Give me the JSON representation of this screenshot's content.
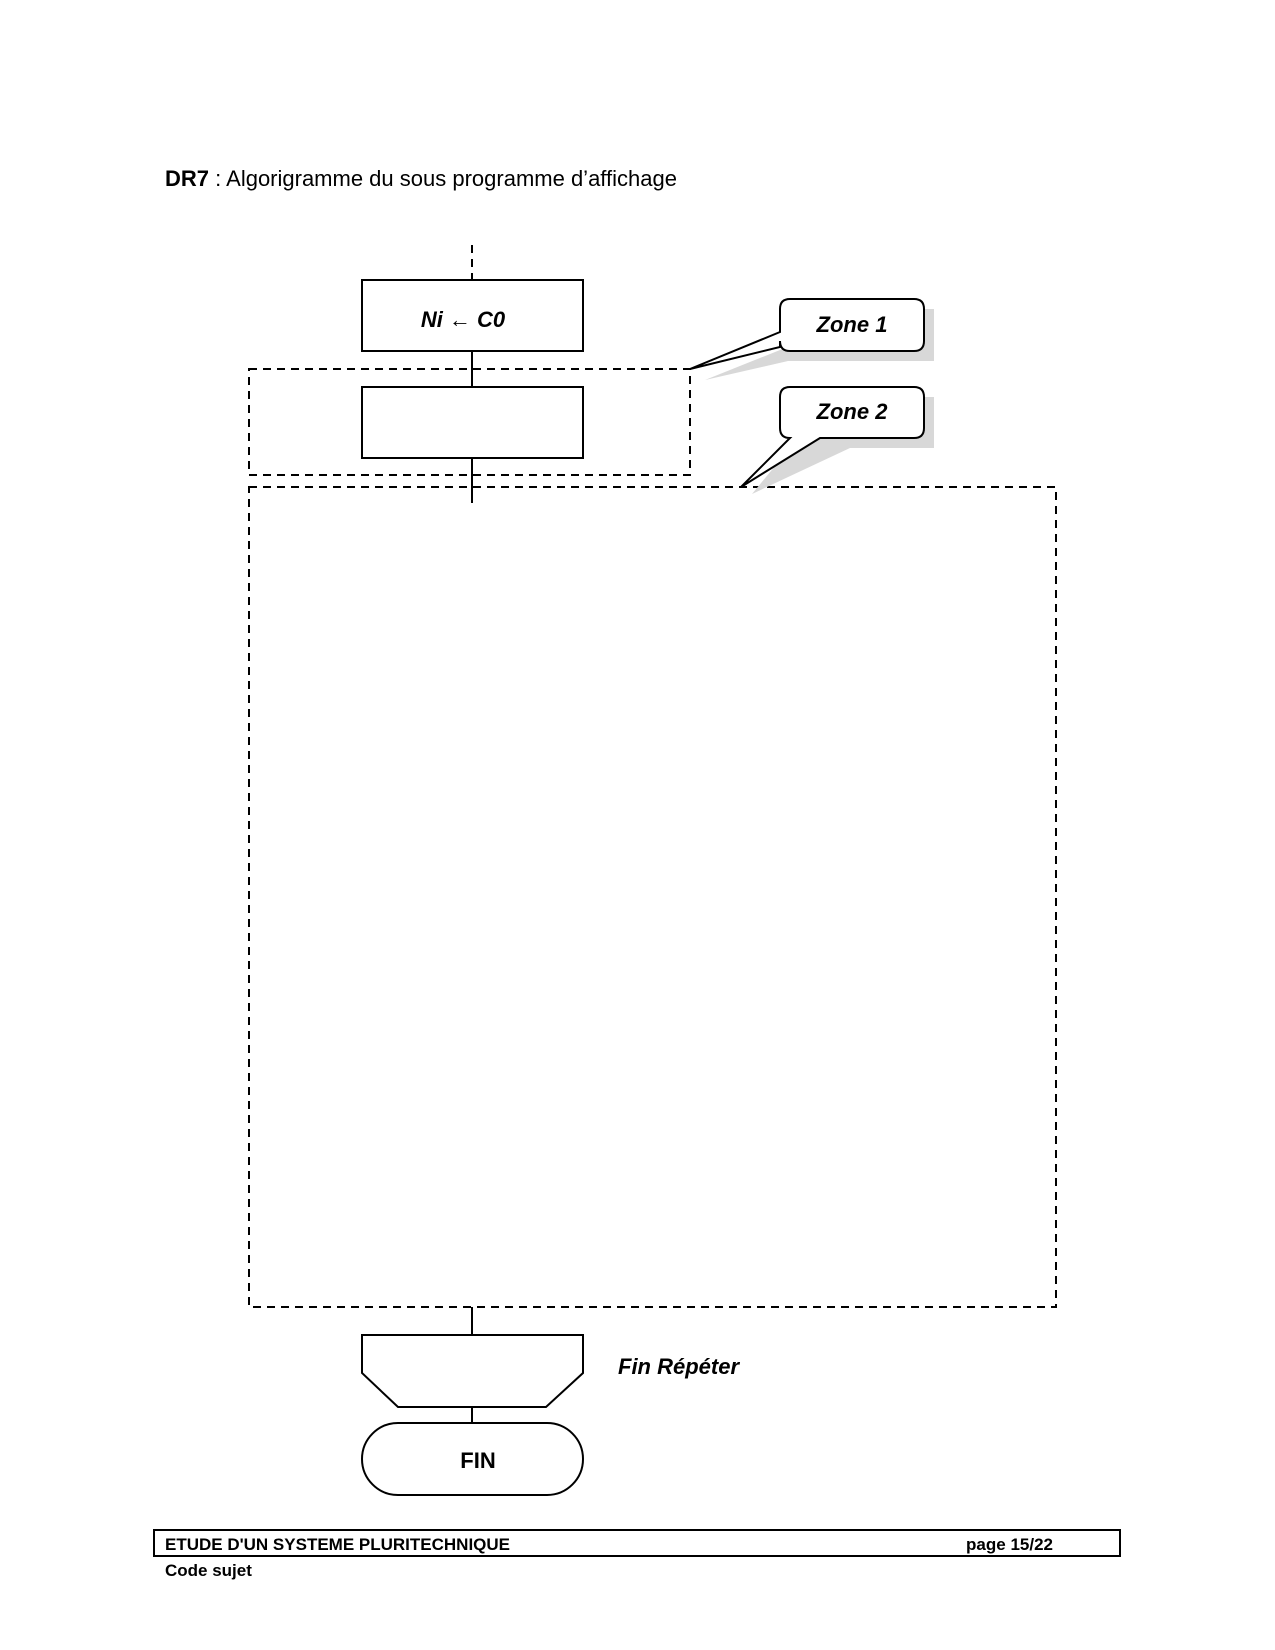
{
  "title": {
    "ref": "DR7",
    "separator": " : ",
    "text": "Algorigramme du sous programme d’affichage"
  },
  "flowchart": {
    "assign_box": "Ni ← C0",
    "callouts": [
      "Zone 1",
      "Zone 2"
    ],
    "loop_end_label": "Fin Répéter",
    "end_label": "FIN"
  },
  "footer": {
    "left": "ETUDE D'UN SYSTEME PLURITECHNIQUE",
    "right": "page 15/22",
    "below": "Code sujet"
  }
}
